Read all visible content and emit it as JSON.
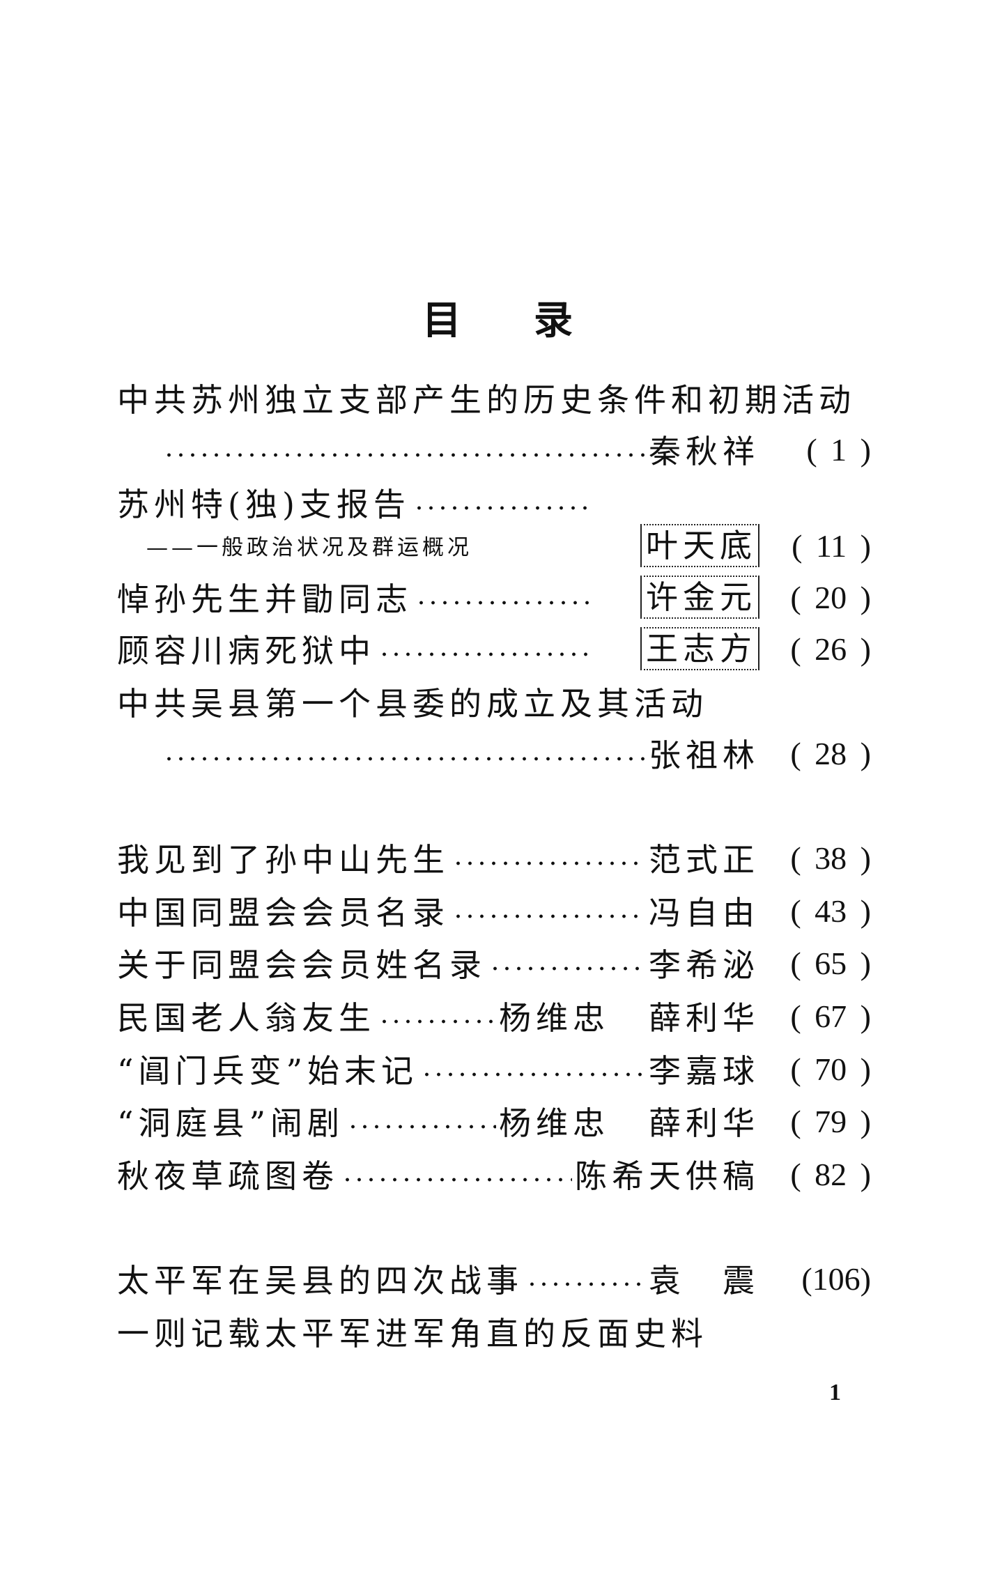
{
  "heading": [
    "目",
    "录"
  ],
  "entries": [
    {
      "title": "中共苏州独立支部产生的历史条件和初期活动",
      "author": "秦秋祥",
      "page": "( 1 )"
    },
    {
      "title": "苏州特(独)支报告",
      "subtitle": "——一般政治状况及群运概况",
      "author": "叶天底",
      "page": "( 11 )"
    },
    {
      "title": "悼孙先生并勖同志",
      "author": "许金元",
      "page": "( 20 )"
    },
    {
      "title": "顾容川病死狱中",
      "author": "王志方",
      "page": "( 26 )"
    },
    {
      "title": "中共吴县第一个县委的成立及其活动",
      "author": "张祖林",
      "page": "( 28 )"
    },
    {
      "title": "我见到了孙中山先生",
      "author": "范式正",
      "page": "( 38 )"
    },
    {
      "title": "中国同盟会会员名录",
      "author": "冯自由",
      "page": "( 43 )"
    },
    {
      "title": "关于同盟会会员姓名录",
      "author": "李希泌",
      "page": "( 65 )"
    },
    {
      "title": "民国老人翁友生",
      "author": "杨维忠",
      "author2": "薛利华",
      "page": "( 67 )"
    },
    {
      "title": "“阊门兵变”始末记",
      "author": "李嘉球",
      "page": "( 70 )"
    },
    {
      "title": "“洞庭县”闹剧",
      "author": "杨维忠",
      "author2": "薛利华",
      "page": "( 79 )"
    },
    {
      "title": "秋夜草疏图卷",
      "author": "陈希天供稿",
      "page": "( 82 )"
    },
    {
      "title": "太平军在吴县的四次战事",
      "author": "袁　震",
      "page": "(106)"
    },
    {
      "title": "一则记载太平军进军角直的反面史料"
    }
  ],
  "page_number": "1"
}
